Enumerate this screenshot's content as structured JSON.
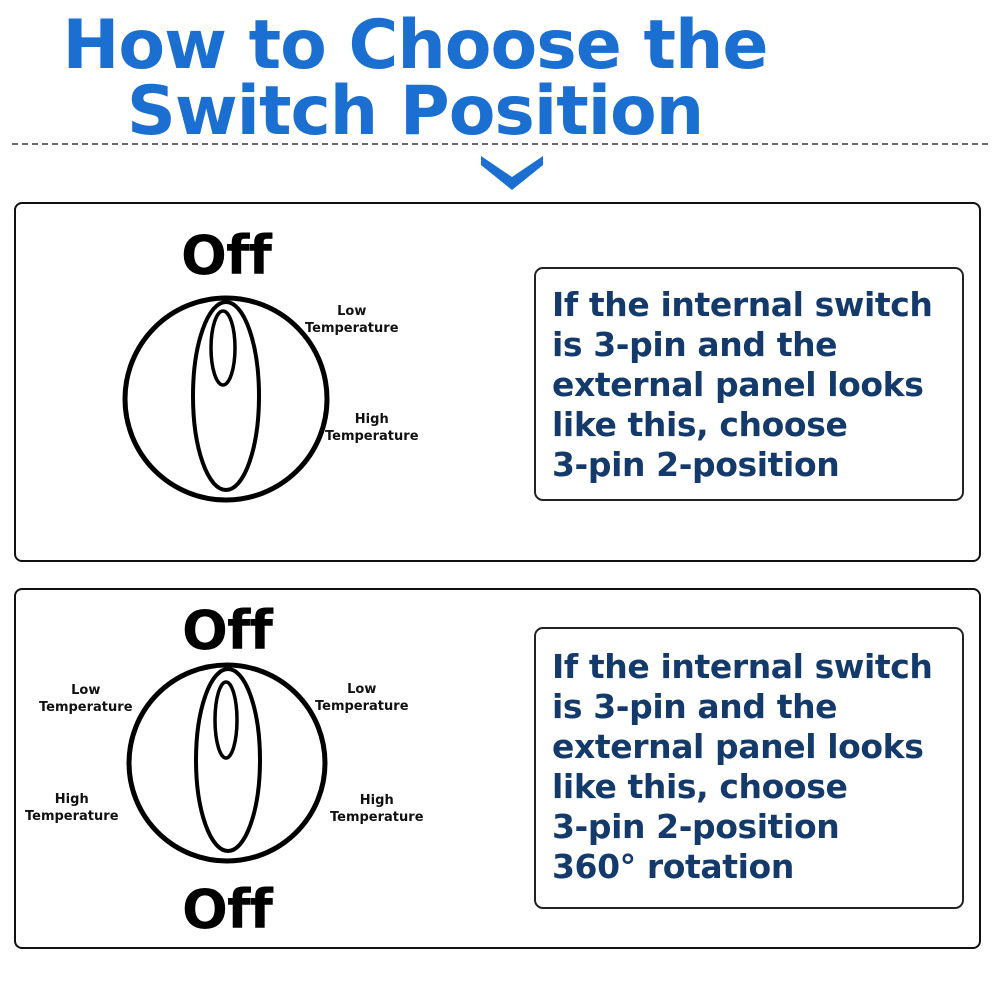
{
  "header": {
    "title_line_1": "How to Choose the",
    "title_line_2": "Switch Position",
    "accent_color": "#1a6fd0"
  },
  "panel_1": {
    "off_label": "Off",
    "labels": {
      "upper_right": [
        "Low",
        "Temperature"
      ],
      "lower_right": [
        "High",
        "Temperature"
      ]
    },
    "description": [
      "If the internal switch",
      "is 3-pin and the",
      "external panel looks",
      "like this, choose",
      "3-pin 2-position"
    ]
  },
  "panel_2": {
    "off_top_label": "Off",
    "off_bottom_label": "Off",
    "labels": {
      "upper_left": [
        "Low",
        "Temperature"
      ],
      "lower_left": [
        "High",
        "Temperature"
      ],
      "upper_right": [
        "Low",
        "Temperature"
      ],
      "lower_right": [
        "High",
        "Temperature"
      ]
    },
    "description": [
      "If the internal switch",
      "is 3-pin and the",
      "external panel looks",
      "like this, choose",
      "3-pin 2-position",
      "360° rotation"
    ]
  },
  "colors": {
    "text_dark_blue": "#133a6b",
    "outline": "#111111"
  }
}
